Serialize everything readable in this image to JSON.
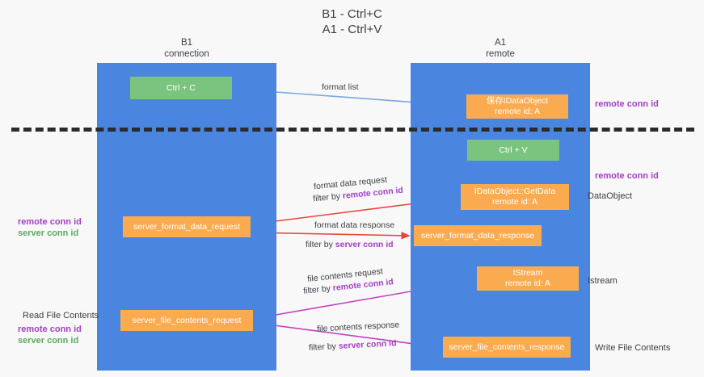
{
  "title": "B1 - Ctrl+C\nA1 - Ctrl+V",
  "lanes": [
    {
      "id": "b1",
      "label": "B1\nconnection",
      "color": "#4a86e0"
    },
    {
      "id": "a1",
      "label": "A1\nremote",
      "color": "#4a86e0"
    }
  ],
  "nodes": {
    "ctrl_c": {
      "line1": "Ctrl + C",
      "line2": "",
      "color": "#7bc47f"
    },
    "idataobject": {
      "line1": "保存IDataObject",
      "line2": "remote id: A",
      "color": "#fbab4f"
    },
    "ctrl_v": {
      "line1": "Ctrl + V",
      "line2": "",
      "color": "#7bc47f"
    },
    "getdata": {
      "line1": "IDataObject::GetData",
      "line2": "remote id: A",
      "color": "#fbab4f"
    },
    "fmt_request": {
      "line1": "server_format_data_request",
      "line2": "",
      "color": "#fbab4f"
    },
    "fmt_response": {
      "line1": "server_format_data_response",
      "line2": "",
      "color": "#fbab4f"
    },
    "istream": {
      "line1": "IStream",
      "line2": "remote id: A",
      "color": "#fbab4f"
    },
    "file_request": {
      "line1": "server_file_contents_request",
      "line2": "",
      "color": "#fbab4f"
    },
    "file_response": {
      "line1": "server_file_contents_response",
      "line2": "",
      "color": "#fbab4f"
    }
  },
  "edge_labels": {
    "format_list": "format list",
    "format_data_request": "format data request",
    "format_data_request_filter_prefix": "filter by ",
    "format_data_request_filter_key": "remote conn id",
    "format_data_response": "format data response",
    "format_data_response_filter_prefix": "filter by ",
    "format_data_response_filter_key": "server conn id",
    "file_contents_request": "file contents request",
    "file_contents_request_filter_prefix": "filter by ",
    "file_contents_request_filter_key": "remote conn id",
    "file_contents_response": "file contents response",
    "file_contents_response_filter_prefix": "filter by ",
    "file_contents_response_filter_key": "server conn id"
  },
  "annotations": {
    "right": {
      "remote_conn_id_top": "remote conn id",
      "remote_conn_id_mid": "remote conn id",
      "dataobject": "DataObject",
      "istream": "Istream",
      "write_file_contents": "Write File Contents"
    },
    "left": {
      "remote_conn_id_1": "remote conn id",
      "server_conn_id_1": "server conn id",
      "read_file_contents": "Read File Contents",
      "remote_conn_id_2": "remote conn id",
      "server_conn_id_2": "server conn id"
    }
  },
  "colors": {
    "lane": "#4a86e0",
    "green_node": "#7bc47f",
    "orange_node": "#fbab4f",
    "purple_text": "#a13fc4",
    "green_text": "#5aa95f",
    "arrow_blue": "#7ba7e0",
    "arrow_red": "#e8453c",
    "arrow_magenta": "#c640c0",
    "arrow_black": "#2b2b2b",
    "background": "#f8f8f8",
    "separator": "#2b2b2b"
  }
}
